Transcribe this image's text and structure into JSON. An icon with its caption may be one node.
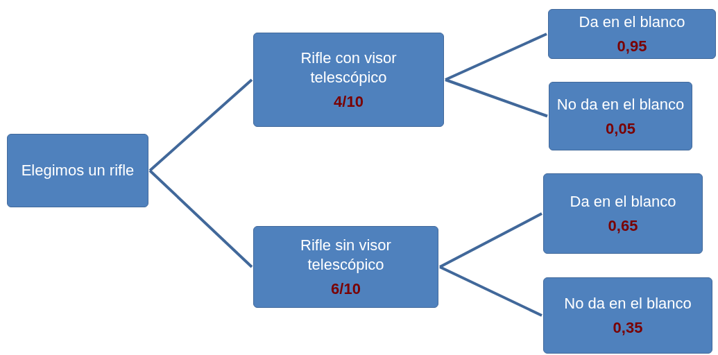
{
  "diagram": {
    "nodes": [
      {
        "text": [
          "Elegimos un rifle"
        ]
      },
      {
        "text": [
          "Rifle con visor telescópico",
          "4/10"
        ]
      },
      {
        "text": [
          "Da en el blanco",
          "0,95"
        ]
      },
      {
        "text": [
          "No da en el blanco",
          "0,05"
        ]
      },
      {
        "text": [
          "Rifle sin visor telescópico",
          "6/10"
        ]
      },
      {
        "text": [
          "Da en el blanco",
          "0,65"
        ]
      },
      {
        "text": [
          "No da en el blanco",
          "0,35"
        ]
      }
    ],
    "edges": [
      {
        "from": 0,
        "to": 1,
        "arrow": "none"
      },
      {
        "from": 0,
        "to": 4,
        "arrow": "none"
      },
      {
        "from": 1,
        "to": 2,
        "arrow": "none"
      },
      {
        "from": 1,
        "to": 3,
        "arrow": "none"
      },
      {
        "from": 4,
        "to": 5,
        "arrow": "none"
      },
      {
        "from": 4,
        "to": 6,
        "arrow": "none"
      }
    ]
  }
}
